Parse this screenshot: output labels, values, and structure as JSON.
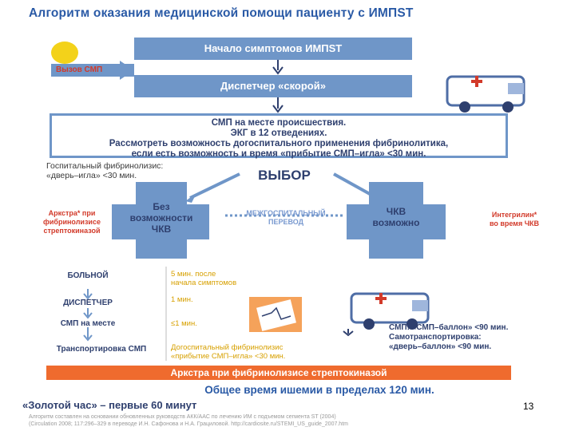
{
  "title": "Алгоритм оказания медицинской помощи пациенту с ИМПST",
  "call_label": "Вызов СМП",
  "step1": "Начало симптомов ИМПST",
  "step2": "Диспетчер «скорой»",
  "step3_lines": [
    "СМП на месте происшествия.",
    "ЭКГ в 12 отведениях.",
    "Рассмотреть возможность догоспитального применения фибринолитика,",
    "если есть возможность и время «прибытие СМП–игла» <30 мин."
  ],
  "hospital_fibrinolysis_note": [
    "Госпитальный фибринолизис:",
    "«дверь–игла» <30 мин."
  ],
  "choice_label": "ВЫБОР",
  "left_cross_lines": [
    "Без",
    "возможности",
    "ЧКВ"
  ],
  "right_cross_lines": [
    "ЧКВ",
    "возможно"
  ],
  "interhospital_transfer": [
    "МЕЖГОСПИТАЛЬНЫЙ",
    "ПЕРЕВОД"
  ],
  "left_side_note": [
    "Аркстра* при",
    "фибринолизисе",
    "стрептокиназой"
  ],
  "right_side_note": [
    "Интегрилин*",
    "во время ЧКВ"
  ],
  "timeline": [
    {
      "label": "БОЛЬНОЙ",
      "time": [
        "5 мин. после",
        "начала симптомов"
      ]
    },
    {
      "label": "ДИСПЕТЧЕР",
      "time": [
        "1 мин."
      ]
    },
    {
      "label": "СМП на месте",
      "time": [
        "≤1 мин."
      ]
    },
    {
      "label": "Транспортировка СМП",
      "time": [
        "Догоспитальный фибринолизис",
        "«прибытие СМП–игла» <30 мин."
      ]
    }
  ],
  "smp_notes": [
    "СМП: «СМП–баллон» <90 мин.",
    "Самотранспортировка:",
    "«дверь–баллон» <90 мин."
  ],
  "orange_bar": "Аркстра при фибринолизисе стрептокиназой",
  "total_ischemia": "Общее время ишемии в пределах 120 мин.",
  "golden_hour": "«Золотой час» – первые 60 минут",
  "footer_lines": [
    "Алгоритм составлен на основании обновленных руководств АКК/AAC по лечению ИМ с подъемом сегмента ST (2004)",
    "(Circulation 2008; 117:296–329 в переводе И.Н. Сафонова и Н.А. Грациловой. http://cardiosite.ru/STEMI_US_guide_2007.htm"
  ],
  "page_number": "13",
  "colors": {
    "accent_blue": "#6f96c8",
    "title_blue": "#2a5aa6",
    "red": "#d23a2a",
    "orange": "#ef6b2e",
    "time_yellow": "#d7a000"
  }
}
